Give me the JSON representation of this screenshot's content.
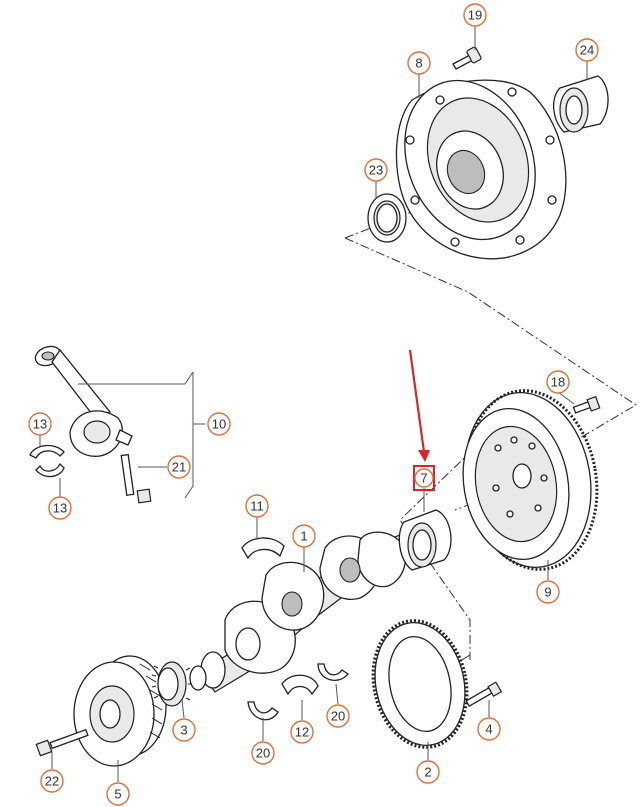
{
  "colors": {
    "callout_stroke": "#e0703a",
    "callout_text": "#333333",
    "highlight": "#d9252a",
    "arrow": "#d9252a"
  },
  "callouts": {
    "c1": "1",
    "c2": "2",
    "c3": "3",
    "c4": "4",
    "c5": "5",
    "c7": "7",
    "c8": "8",
    "c9": "9",
    "c10": "10",
    "c11": "11",
    "c12": "12",
    "c13a": "13",
    "c13b": "13",
    "c18": "18",
    "c19": "19",
    "c20a": "20",
    "c20b": "20",
    "c21": "21",
    "c22": "22",
    "c23": "23",
    "c24": "24"
  },
  "highlighted_callout": "7"
}
